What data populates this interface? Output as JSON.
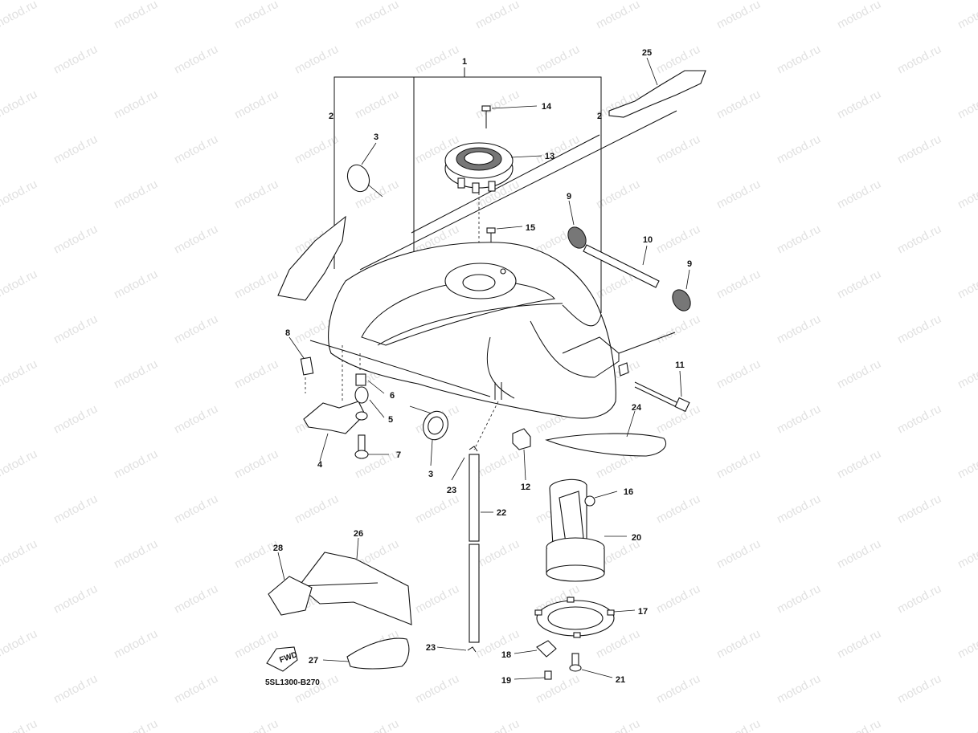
{
  "watermark_text": "motod.ru",
  "drawing_code": "5SL1300-B270",
  "fwd_label": "FWD",
  "callouts": [
    "1",
    "2",
    "2",
    "3",
    "3",
    "4",
    "5",
    "6",
    "7",
    "8",
    "9",
    "9",
    "10",
    "11",
    "12",
    "13",
    "14",
    "15",
    "16",
    "17",
    "18",
    "19",
    "20",
    "21",
    "22",
    "23",
    "23",
    "24",
    "25",
    "26",
    "27",
    "28"
  ]
}
